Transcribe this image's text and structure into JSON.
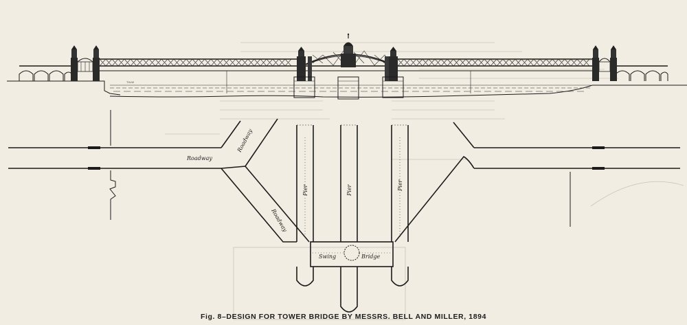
{
  "caption": "Fig. 8–DESIGN FOR TOWER BRIDGE BY MESSRS. BELL AND MILLER, 1894",
  "elevation": {
    "tnw_mark": "T.N.W"
  },
  "plan": {
    "roadway_left": "Roadway",
    "roadway_upper": "Roadway",
    "roadway_diag": "Roadway",
    "pier_left": "Pier",
    "pier_center": "Pier",
    "pier_right": "Pier",
    "swing": "Swing",
    "bridge": "Bridge"
  },
  "colors": {
    "paper": "#f1ede3",
    "ink": "#1b1b1b",
    "show_through": "#c9c3b6"
  }
}
